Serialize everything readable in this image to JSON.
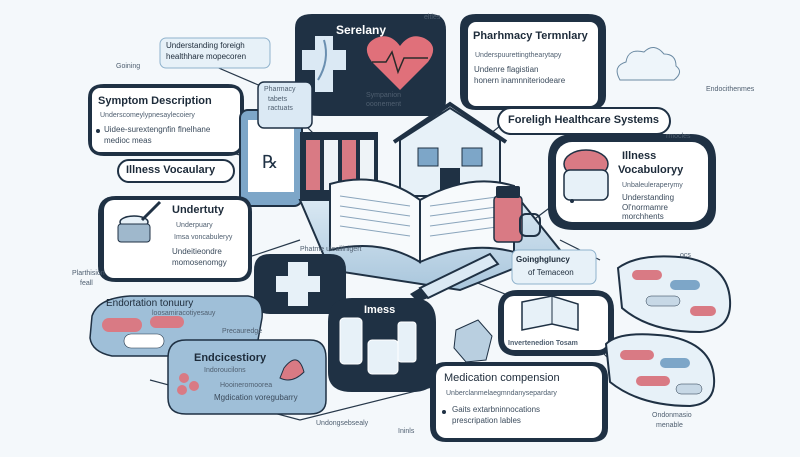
{
  "labels": {
    "top_small": "elties",
    "understanding": [
      "Understanding foreigh",
      "healthhare mopecoren"
    ],
    "gaining": "Goining",
    "serelany": "Serelany",
    "syn_sub": [
      "Sympanion",
      "ooonement"
    ],
    "pharmacy_terminology": "Pharhmacy Termnlary",
    "pt_sub": "Underspuurettingthearytapy",
    "pt_bullets": [
      "Undenre flagistian",
      "honern inamnniteriodeare"
    ],
    "endoc_right": "Endocithenmes",
    "symptom_desc": "Symptom Description",
    "sd_sub": "Underscomeylypnesaylecoiery",
    "sd_bullets": [
      "Uidee-surextengnfin flnelhane",
      "medioc meas"
    ],
    "pharmacy_sign": [
      "Pharmacy",
      "tabets",
      "ractuats"
    ],
    "foreign_healthcare": "Foreligh Healthcare Systems",
    "rmocles": "rmocles",
    "illness_vocab_left": "Illness Vocaulary",
    "illness_vocab_right_1": "Illness",
    "illness_vocab_right_2": "Vocabuloryy",
    "ivr_sub": "Unbaleuleraperymy",
    "ivr_bullets": [
      "Understanding",
      "Ol'normamre",
      "morchhents"
    ],
    "undertuty": "Undertuty",
    "un_sub1": "Underpuary",
    "un_sub2": "Imsa voncabuleryy",
    "un_bullets": [
      "Undeitieondre",
      "momosenomgy"
    ],
    "book_caption": "Phatme ulealiinigert",
    "gaining_fluency": "Goinghgluncy",
    "of_temacon": "of Temaceon",
    "ocs": "ocs",
    "plarthisian": [
      "Plarthision",
      "feall"
    ],
    "endortation": "Endortation tonuury",
    "endortation_sub": "loosamiracotiyesauy",
    "precauredge": "Precauredge",
    "imess": "Imess",
    "bottle_label": "Invertenedion Tosam",
    "endocestory": "Endcicestiory",
    "endo_sub": "Indoroucilons",
    "endo_sub2": "Hooineromoorea",
    "migration_vocab": "Mgdication voregubarry",
    "med_comp": "Medication compension",
    "mc_sub": "Unberclanmelaegmndanysepardary",
    "mc_bullets": [
      "Gaits extarbninnocations",
      "prescripation lables"
    ],
    "undongsebsealy": "Undongsebsealy",
    "ininls": "Ininls",
    "ondonmasio": [
      "Ondonmasio",
      "menable"
    ]
  },
  "colors": {
    "dark_panel": "#1f3144",
    "light_panel": "#e7f1f8",
    "accent_blue": "#7eb3d9",
    "accent_pink": "#e0707a",
    "background": "#f4f8fb"
  }
}
